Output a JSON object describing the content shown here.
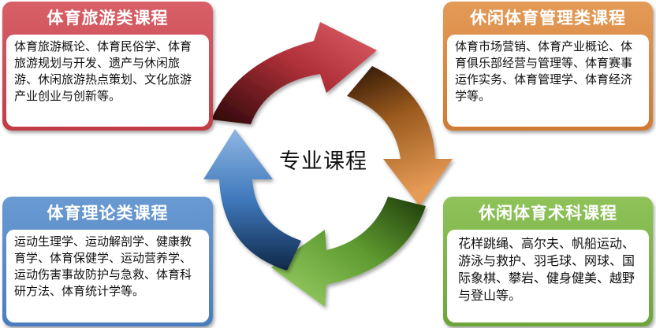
{
  "center": {
    "label": "专业课程"
  },
  "boxes": {
    "tourism": {
      "title": "体育旅游类课程",
      "body": "体育旅游概论、体育民俗学、体育旅游规划与开发、遗产与休闲旅游、休闲旅游热点策划、文化旅游产业创业与创新等。",
      "color": "#c7414a"
    },
    "management": {
      "title": "休闲体育管理类课程",
      "body": "体育市场营销、体育产业概论、体育俱乐部经营与管理等、体育赛事运作实务、体育管理学、体育经济学等。",
      "color": "#d9883f"
    },
    "theory": {
      "title": "体育理论类课程",
      "body": "运动生理学、运动解剖学、健康教育学、体育保健学、运动营养学、运动伤害事故防护与急救、体育科研方法、体育统计学等。",
      "color": "#5588c8"
    },
    "skills": {
      "title": "休闲体育术科课程",
      "body": "花样跳绳、高尔夫、帆船运动、游泳与救护、羽毛球、网球、国际象棋、攀岩、健身健美、越野与登山等。",
      "color": "#7cb648"
    }
  }
}
